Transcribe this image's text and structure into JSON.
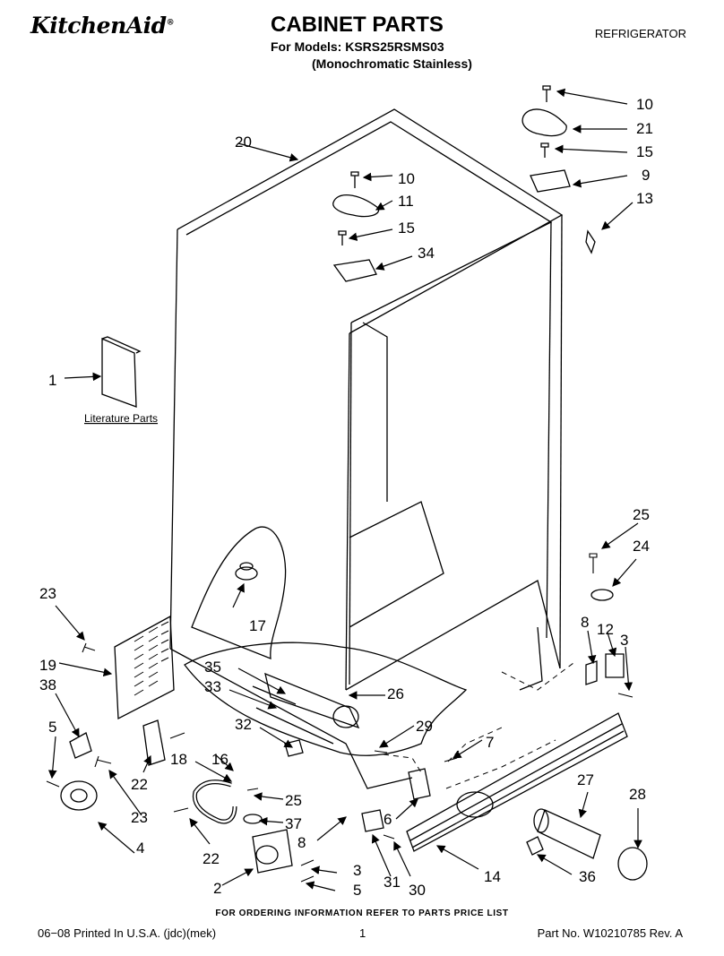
{
  "header": {
    "brand": "KitchenAid",
    "brand_mark": "®",
    "title": "CABINET PARTS",
    "models_line": "For Models: KSRS25RSMS03",
    "variant_line": "(Monochromatic Stainless)",
    "category": "REFRIGERATOR"
  },
  "diagram": {
    "literature_label": "Literature Parts",
    "callouts": {
      "c1": "1",
      "c2": "2",
      "c3a": "3",
      "c3b": "3",
      "c5a": "5",
      "c5b": "5",
      "c6": "6",
      "c7": "7",
      "c8a": "8",
      "c8b": "8",
      "c9": "9",
      "c10a": "10",
      "c10b": "10",
      "c11": "11",
      "c12": "12",
      "c13": "13",
      "c14": "14",
      "c15a": "15",
      "c15b": "15",
      "c16": "16",
      "c17": "17",
      "c18": "18",
      "c19": "19",
      "c20": "20",
      "c21": "21",
      "c22a": "22",
      "c22b": "22",
      "c23a": "23",
      "c23b": "23",
      "c24": "24",
      "c25a": "25",
      "c25b": "25",
      "c26": "26",
      "c27": "27",
      "c28": "28",
      "c29": "29",
      "c30": "30",
      "c31": "31",
      "c32": "32",
      "c33": "33",
      "c34": "34",
      "c35": "35",
      "c36": "36",
      "c37": "37",
      "c38": "38",
      "c4": "4"
    }
  },
  "footer": {
    "order_note": "FOR ORDERING INFORMATION REFER TO PARTS PRICE LIST",
    "printed": "06−08 Printed In U.S.A. (jdc)(mek)",
    "page": "1",
    "part_no": "Part No. W10210785 Rev. A"
  }
}
